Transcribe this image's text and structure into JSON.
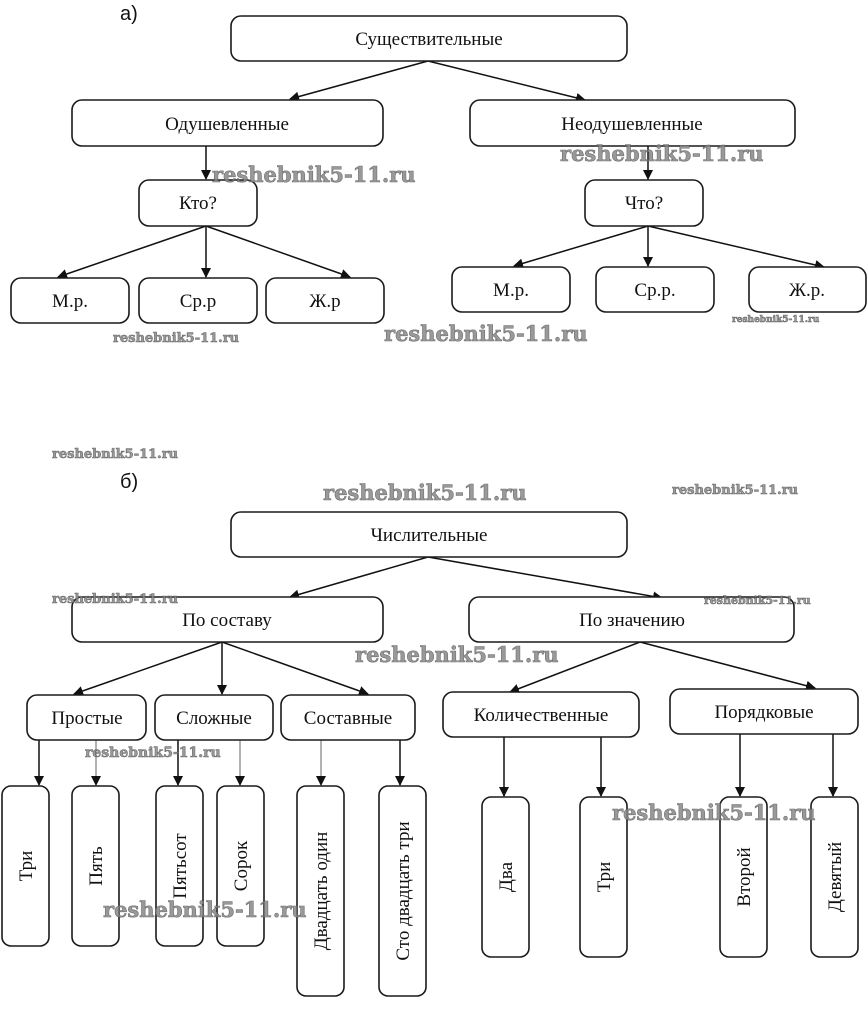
{
  "sections": {
    "a": {
      "label": "а)",
      "root": "Существительные",
      "branches": [
        {
          "label": "Одушевленные",
          "question": "Кто?",
          "genders": [
            "М.р.",
            "Ср.р",
            "Ж.р"
          ]
        },
        {
          "label": "Неодушевленные",
          "question": "Что?",
          "genders": [
            "М.р.",
            "Ср.р.",
            "Ж.р."
          ]
        }
      ]
    },
    "b": {
      "label": "б)",
      "root": "Числительные",
      "branches": [
        {
          "label": "По составу",
          "children": [
            {
              "label": "Простые",
              "examples": [
                "Три",
                "Пять"
              ]
            },
            {
              "label": "Сложные",
              "examples": [
                "Пятьсот",
                "Сорок"
              ]
            },
            {
              "label": "Составные",
              "examples": [
                "Двадцать один",
                "Сто двадцать три"
              ]
            }
          ]
        },
        {
          "label": "По значению",
          "children": [
            {
              "label": "Количественные",
              "examples": [
                "Два",
                "Три"
              ]
            },
            {
              "label": "Порядковые",
              "examples": [
                "Второй",
                "Девятый"
              ]
            }
          ]
        }
      ]
    }
  },
  "watermarks": [
    "reshebnik5-11.ru",
    "reshebnik5-11.ru",
    "reshebnik5-11.ru",
    "reshebnik5-11.ru",
    "reshebnik5-11.ru",
    "reshebnik5-11.ru",
    "reshebnik5-11.ru",
    "reshebnik5-11.ru",
    "reshebnik5-11.ru",
    "reshebnik5-11.ru",
    "reshebnik5-11.ru",
    "reshebnik5-11.ru",
    "reshebnik5-11.ru"
  ]
}
